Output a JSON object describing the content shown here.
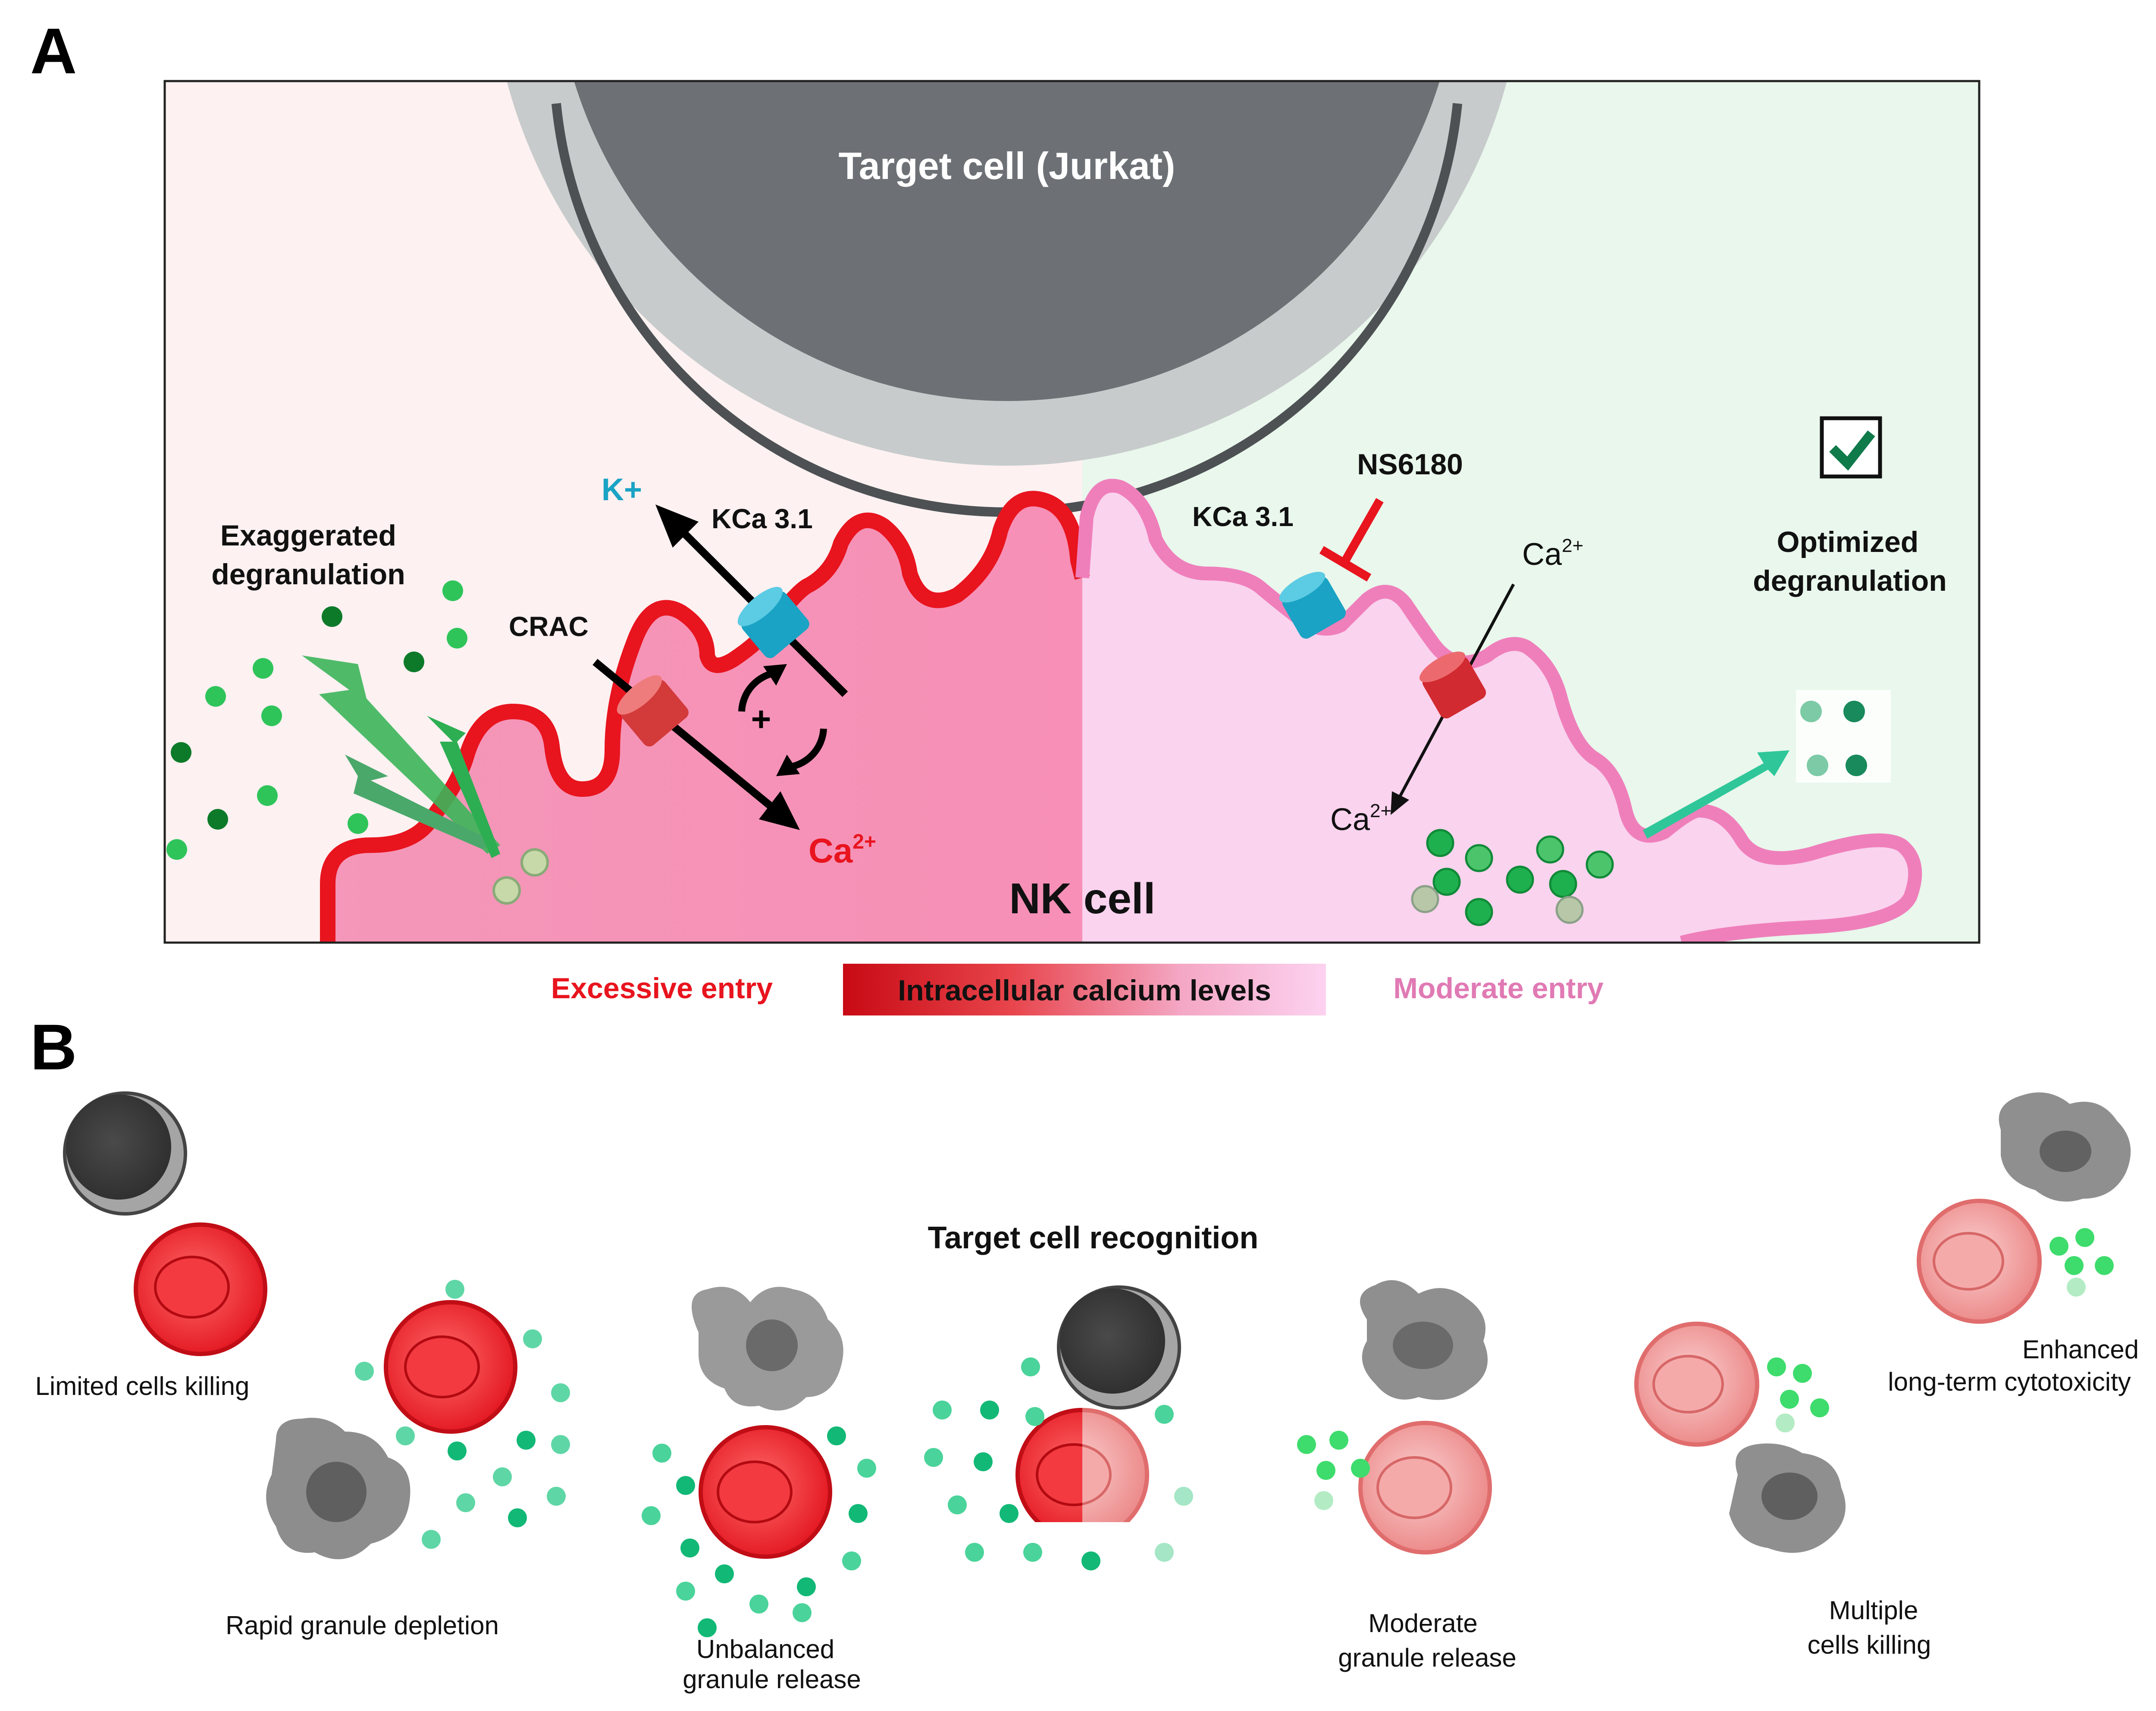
{
  "panel_a": {
    "letter": "A",
    "target_cell_label": "Target cell (Jurkat)",
    "nk_cell_label": "NK cell",
    "left": {
      "potassium_label": "K+",
      "channel_label": "KCa 3.1",
      "crac_label": "CRAC",
      "calcium_label": "Ca",
      "calcium_sup": "2+",
      "feedback_symbol": "+",
      "degranulation_line1": "Exaggerated",
      "degranulation_line2": "degranulation"
    },
    "right": {
      "inhibitor_label": "NS6180",
      "channel_label": "KCa 3.1",
      "calcium_out_label": "Ca",
      "calcium_out_sup": "2+",
      "calcium_in_label": "Ca",
      "calcium_in_sup": "2+",
      "degranulation_line1": "Optimized",
      "degranulation_line2": "degranulation"
    },
    "colorbar": {
      "left_label": "Excessive entry",
      "center_label": "Intracellular calcium levels",
      "right_label": "Moderate entry"
    }
  },
  "panel_b": {
    "letter": "B",
    "recognition_label": "Target cell recognition",
    "limited_killing": "Limited cells killing",
    "rapid_depletion": "Rapid granule depletion",
    "unbalanced_line1": "Unbalanced",
    "unbalanced_line2": "granule release",
    "moderate_line1": "Moderate",
    "moderate_line2": "granule release",
    "multiple_line1": "Multiple",
    "multiple_line2": "cells killing",
    "enhanced_line1": "Enhanced",
    "enhanced_line2": "long-term cytotoxicity"
  },
  "colors": {
    "excessive_red": "#e8141e",
    "moderate_pink": "#e07ab4",
    "kca_blue": "#1aa3c4",
    "granule_green": "#18a84a",
    "check_green": "#0f7a4a"
  },
  "icons": [
    "check-icon",
    "inhibitor-t-icon",
    "potassium-channel-icon",
    "crac-channel-icon",
    "feedback-loop-icon"
  ]
}
